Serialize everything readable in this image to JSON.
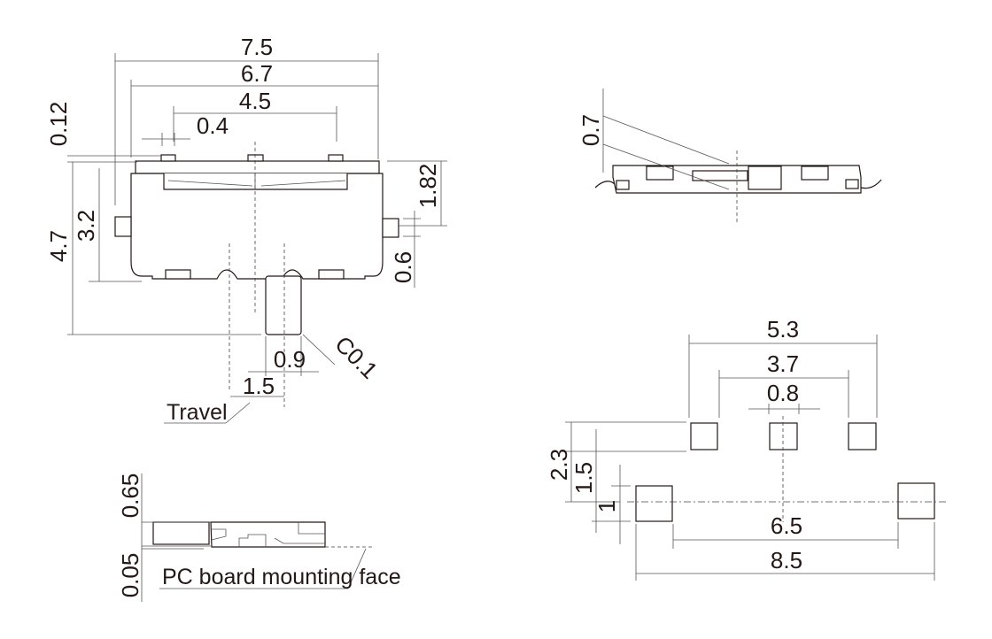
{
  "top_view": {
    "dims": {
      "overall_width": "7.5",
      "body_width": "6.7",
      "terminal_span": "4.5",
      "terminal_width": "0.4",
      "top_offset": "0.12",
      "overall_height": "4.7",
      "body_height": "3.2",
      "side_terminal_pos": "1.82",
      "side_terminal_width": "0.6",
      "actuator_width": "0.9",
      "travel_dist": "1.5",
      "chamfer": "C0.1"
    },
    "travel_label": "Travel"
  },
  "side_view": {
    "dims": {
      "height": "0.7"
    }
  },
  "front_view": {
    "dims": {
      "height": "0.65",
      "standoff": "0.05"
    },
    "mounting_label": "PC board mounting face"
  },
  "footprint": {
    "dims": {
      "outer_pad_span": "5.3",
      "pad_pitch": "3.7",
      "pad_width": "0.8",
      "row_offset": "2.3",
      "row_offset_inner": "1.5",
      "large_pad_size": "1",
      "large_pad_inner_span": "6.5",
      "large_pad_outer_span": "8.5"
    }
  }
}
